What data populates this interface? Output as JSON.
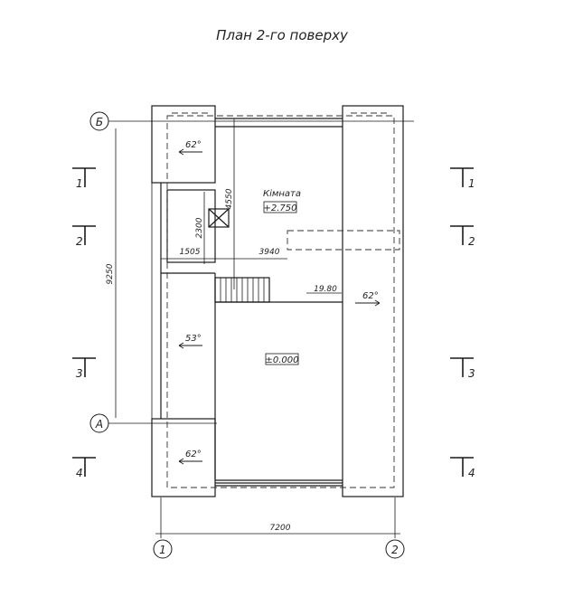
{
  "title": "План 2-го поверху",
  "room": {
    "name": "Кімната",
    "level": "+2.750"
  },
  "lower_level": "±0.000",
  "slopes": [
    "62°",
    "62°",
    "53°",
    "62°"
  ],
  "dimensions": {
    "total_width": "7200",
    "total_height": "9250",
    "room_height": "4550",
    "small_height": "2300",
    "left_width": "1505",
    "right_width": "3940",
    "stair_mark": "19.80"
  },
  "axes": {
    "letters": [
      "Б",
      "А"
    ],
    "numbers": [
      "1",
      "2"
    ]
  },
  "section_marks": [
    "1",
    "2",
    "3",
    "4"
  ],
  "colors": {
    "line": "#1a1a1a",
    "dash": "#333333"
  }
}
